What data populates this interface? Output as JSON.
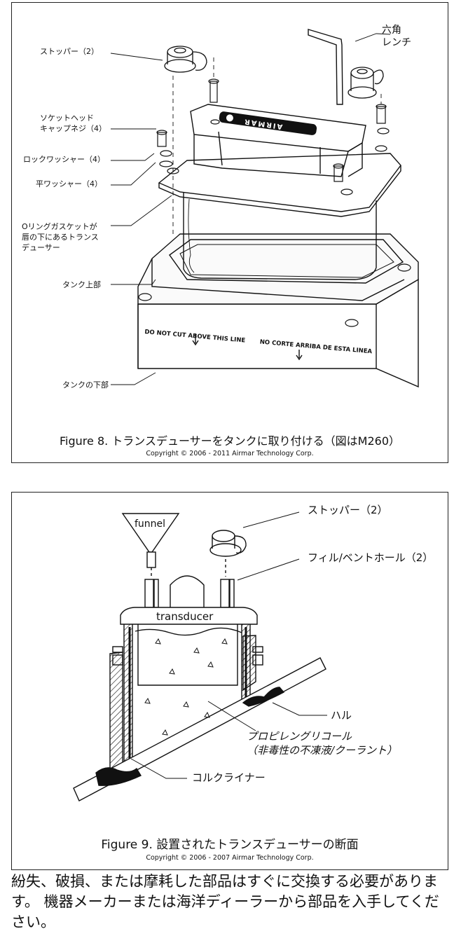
{
  "figure8": {
    "labels": {
      "stopper": "ストッパー（2）",
      "hex_wrench": "六角\nレンチ",
      "socket_head_screw": "ソケットヘッド\nキャップネジ（4）",
      "lock_washer": "ロックワッシャー（4）",
      "flat_washer": "平ワッシャー（4）",
      "o_ring": "Oリングガスケットが\n唇の下にあるトランス\nデューサー",
      "tank_top": "タンク上部",
      "tank_bottom": "タンクの下部"
    },
    "brand_on_part": "AIRMAR",
    "cut_line_text": "DO NOT CUT ABOVE THIS LINE       NO CORTE ARRIBA DE ESTA LINEA",
    "caption": "Figure 8. トランスデューサーをタンクに取り付ける（図はM260）",
    "copyright": "Copyright © 2006 - 2011 Airmar Technology Corp."
  },
  "figure9": {
    "labels": {
      "funnel": "funnel",
      "transducer": "transducer",
      "stopper": "ストッパー（2）",
      "fill_vent_hole": "フィル/ベントホール（2）",
      "hull": "ハル",
      "propylene_glycol": "プロピレングリコール\n（非毒性の不凍液/クーラント）",
      "cork_liner": "コルクライナー"
    },
    "caption": "Figure 9. 設置されたトランスデューサーの断面",
    "copyright": "Copyright © 2006 - 2007 Airmar Technology Corp."
  },
  "body_text": "紛失、破損、または摩耗した部品はすぐに交換する必要があります。 機器メーカーまたは海洋ディーラーから部品を入手してください。"
}
